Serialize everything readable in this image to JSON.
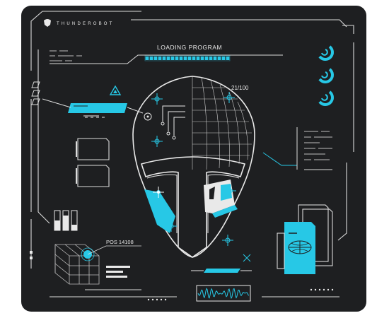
{
  "brand": {
    "name": "THUNDEROBOT"
  },
  "loading": {
    "label": "LOADING PROGRAM",
    "progress": 0.21
  },
  "counter": {
    "text": "21/100"
  },
  "pos": {
    "label": "POS 14108"
  },
  "colors": {
    "accent": "#27c8e6",
    "line": "#e9e9e9",
    "pad": "#1e1f21",
    "dim": "#8a8a8a"
  }
}
